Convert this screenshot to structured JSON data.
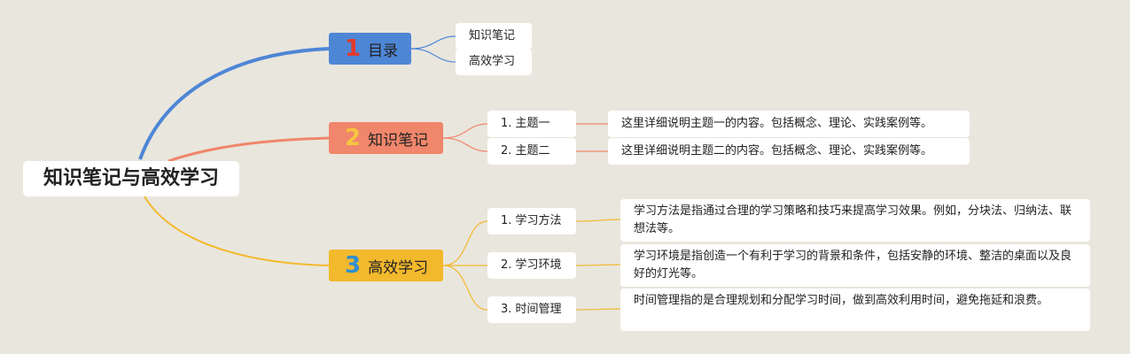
{
  "root": {
    "title": "知识笔记与高效学习"
  },
  "branches": [
    {
      "number": "1",
      "label": "目录",
      "color": "#4e86d6"
    },
    {
      "number": "2",
      "label": "知识笔记",
      "color": "#f0866b"
    },
    {
      "number": "3",
      "label": "高效学习",
      "color": "#f3b92d"
    }
  ],
  "catalog": {
    "items": [
      "知识笔记",
      "高效学习"
    ]
  },
  "notes": {
    "topics": [
      {
        "label": "1. 主题一",
        "detail": "这里详细说明主题一的内容。包括概念、理论、实践案例等。"
      },
      {
        "label": "2. 主题二",
        "detail": "这里详细说明主题二的内容。包括概念、理论、实践案例等。"
      }
    ]
  },
  "learning": {
    "topics": [
      {
        "label": "1. 学习方法",
        "detail": "学习方法是指通过合理的学习策略和技巧来提高学习效果。例如，分块法、归纳法、联想法等。"
      },
      {
        "label": "2. 学习环境",
        "detail": "学习环境是指创造一个有利于学习的背景和条件，包括安静的环境、整洁的桌面以及良好的灯光等。"
      },
      {
        "label": "3. 时间管理",
        "detail": "时间管理指的是合理规划和分配学习时间，做到高效利用时间，避免拖延和浪费。"
      }
    ]
  }
}
